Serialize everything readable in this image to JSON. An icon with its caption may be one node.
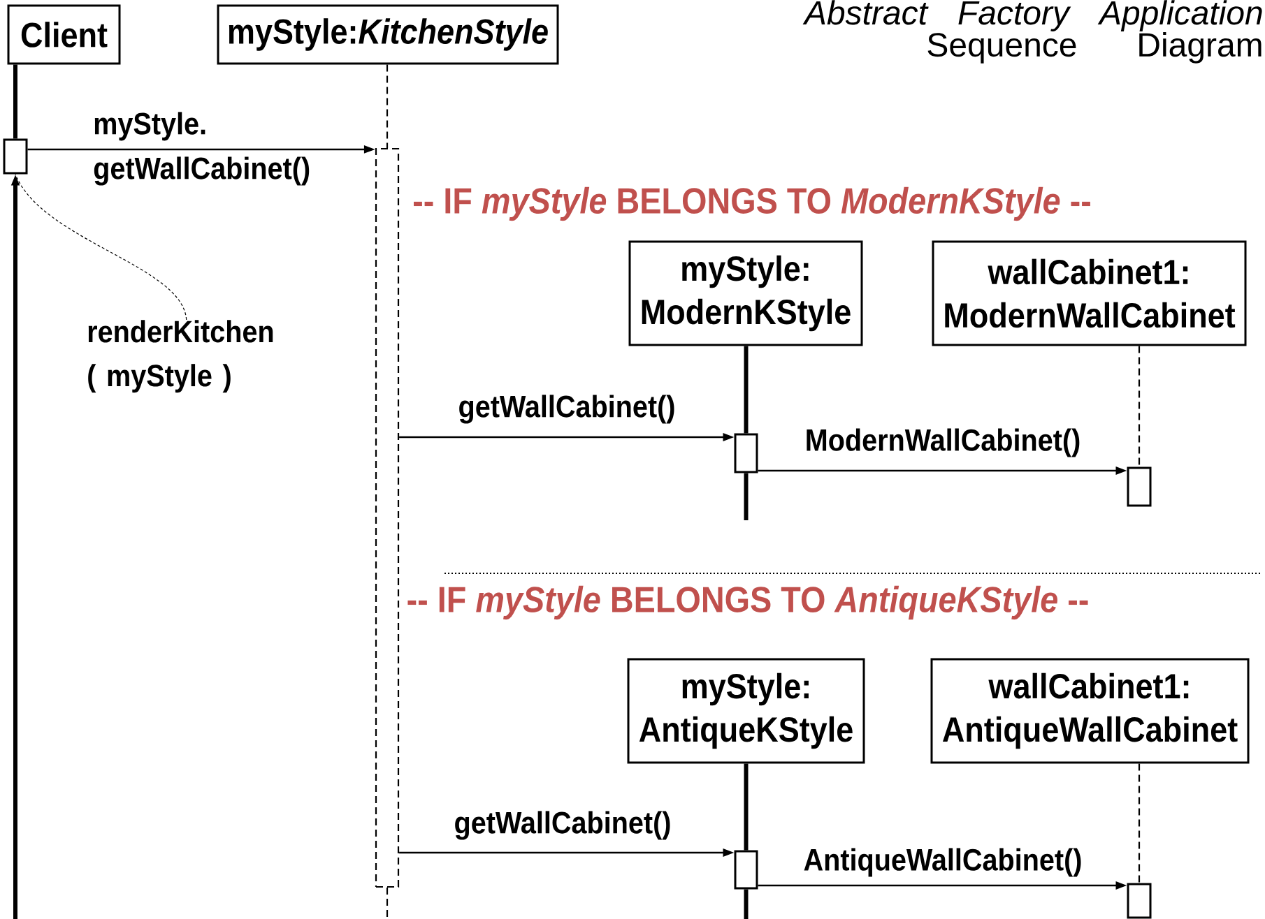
{
  "diagram": {
    "title": "*Abstract Factory Application* Sequence Diagram",
    "nodes": [
      {
        "text": [
          "Client"
        ]
      },
      {
        "text": [
          "myStyle:*KitchenStyle*"
        ]
      },
      {
        "text": [],
        "shape": "box"
      },
      {
        "text": [],
        "shape": "box"
      },
      {
        "text": [
          "renderKitchen ( myStyle )"
        ]
      },
      {
        "text": [
          "myStyle: ModernKStyle"
        ]
      },
      {
        "text": [
          "wallCabinet1: ModernWallCabinet"
        ]
      },
      {
        "text": [],
        "shape": "box"
      },
      {
        "text": [],
        "shape": "box"
      },
      {
        "text": [
          "myStyle: AntiqueKStyle"
        ]
      },
      {
        "text": [
          "wallCabinet1: AntiqueWallCabinet"
        ]
      },
      {
        "text": [],
        "shape": "box"
      },
      {
        "text": [],
        "shape": "box"
      }
    ],
    "edges": [
      {
        "from": 0,
        "to": 2,
        "arrow": "none",
        "style": "thick"
      },
      {
        "from": null,
        "to": 2,
        "arrow": "to",
        "style": "thick"
      },
      {
        "from": 1,
        "to": 3,
        "arrow": "none",
        "style": "dashed"
      },
      {
        "from": 2,
        "to": 3,
        "arrow": "to",
        "label": "myStyle. getWallCabinet()"
      },
      {
        "from": 3,
        "to": null,
        "arrow": "none",
        "style": "dashed"
      },
      {
        "from": 4,
        "to": 2,
        "arrow": "none",
        "style": "dashed"
      },
      {
        "from": 5,
        "to": 7,
        "arrow": "none",
        "style": "thick"
      },
      {
        "from": 7,
        "to": null,
        "arrow": "none",
        "style": "thick"
      },
      {
        "from": 6,
        "to": 8,
        "arrow": "none",
        "style": "dashed"
      },
      {
        "from": 3,
        "to": 7,
        "arrow": "to",
        "label": "getWallCabinet()"
      },
      {
        "from": 7,
        "to": 8,
        "arrow": "to",
        "label": "ModernWallCabinet()"
      },
      {
        "from": 9,
        "to": 11,
        "arrow": "none",
        "style": "thick"
      },
      {
        "from": 11,
        "to": null,
        "arrow": "none",
        "style": "thick"
      },
      {
        "from": 10,
        "to": 12,
        "arrow": "none",
        "style": "dashed"
      },
      {
        "from": 3,
        "to": 11,
        "arrow": "to",
        "label": "getWallCabinet()"
      },
      {
        "from": 11,
        "to": 12,
        "arrow": "to",
        "label": "AntiqueWallCabinet()"
      }
    ],
    "labels": [
      "-- IF *myStyle* BELONGS TO *ModernKStyle* --",
      "-- IF *myStyle* BELONGS TO *AntiqueKStyle* --"
    ]
  }
}
